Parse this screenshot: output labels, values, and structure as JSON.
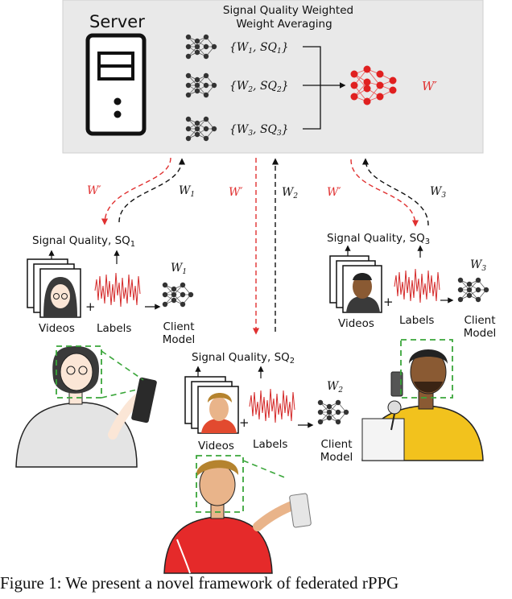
{
  "server": {
    "title": "Server",
    "aggregation_title_line1": "Signal Quality Weighted",
    "aggregation_title_line2": "Weight Averaging",
    "inputs": [
      {
        "w": "W",
        "w_sub": "1",
        "sq": "SQ",
        "sq_sub": "1"
      },
      {
        "w": "W",
        "w_sub": "2",
        "sq": "SQ",
        "sq_sub": "2"
      },
      {
        "w": "W",
        "w_sub": "3",
        "sq": "SQ",
        "sq_sub": "3"
      }
    ],
    "output_label": "W′"
  },
  "flows": [
    {
      "down_label": "W′",
      "up_label": "W",
      "up_sub": "1"
    },
    {
      "down_label": "W′",
      "up_label": "W",
      "up_sub": "2"
    },
    {
      "down_label": "W′",
      "up_label": "W",
      "up_sub": "3"
    }
  ],
  "clients": [
    {
      "sq_label": "Signal Quality, SQ",
      "sq_sub": "1",
      "weight": "W",
      "weight_sub": "1",
      "videos": "Videos",
      "labels": "Labels",
      "model_line1": "Client",
      "model_line2": "Model",
      "plus": "+"
    },
    {
      "sq_label": "Signal Quality, SQ",
      "sq_sub": "2",
      "weight": "W",
      "weight_sub": "2",
      "videos": "Videos",
      "labels": "Labels",
      "model_line1": "Client",
      "model_line2": "Model",
      "plus": "+"
    },
    {
      "sq_label": "Signal Quality, SQ",
      "sq_sub": "3",
      "weight": "W",
      "weight_sub": "3",
      "videos": "Videos",
      "labels": "Labels",
      "model_line1": "Client",
      "model_line2": "Model",
      "plus": "+"
    }
  ],
  "caption": "Figure 1: We present a novel framework of federated rPPG",
  "colors": {
    "panel": "#e9e9e9",
    "accent_red": "#e03030",
    "dash_green": "#3aa63a",
    "dark": "#222222"
  },
  "icons": [
    "server-icon",
    "neural-network-icon",
    "video-stack-icon",
    "signal-icon",
    "person-phone-icon"
  ]
}
